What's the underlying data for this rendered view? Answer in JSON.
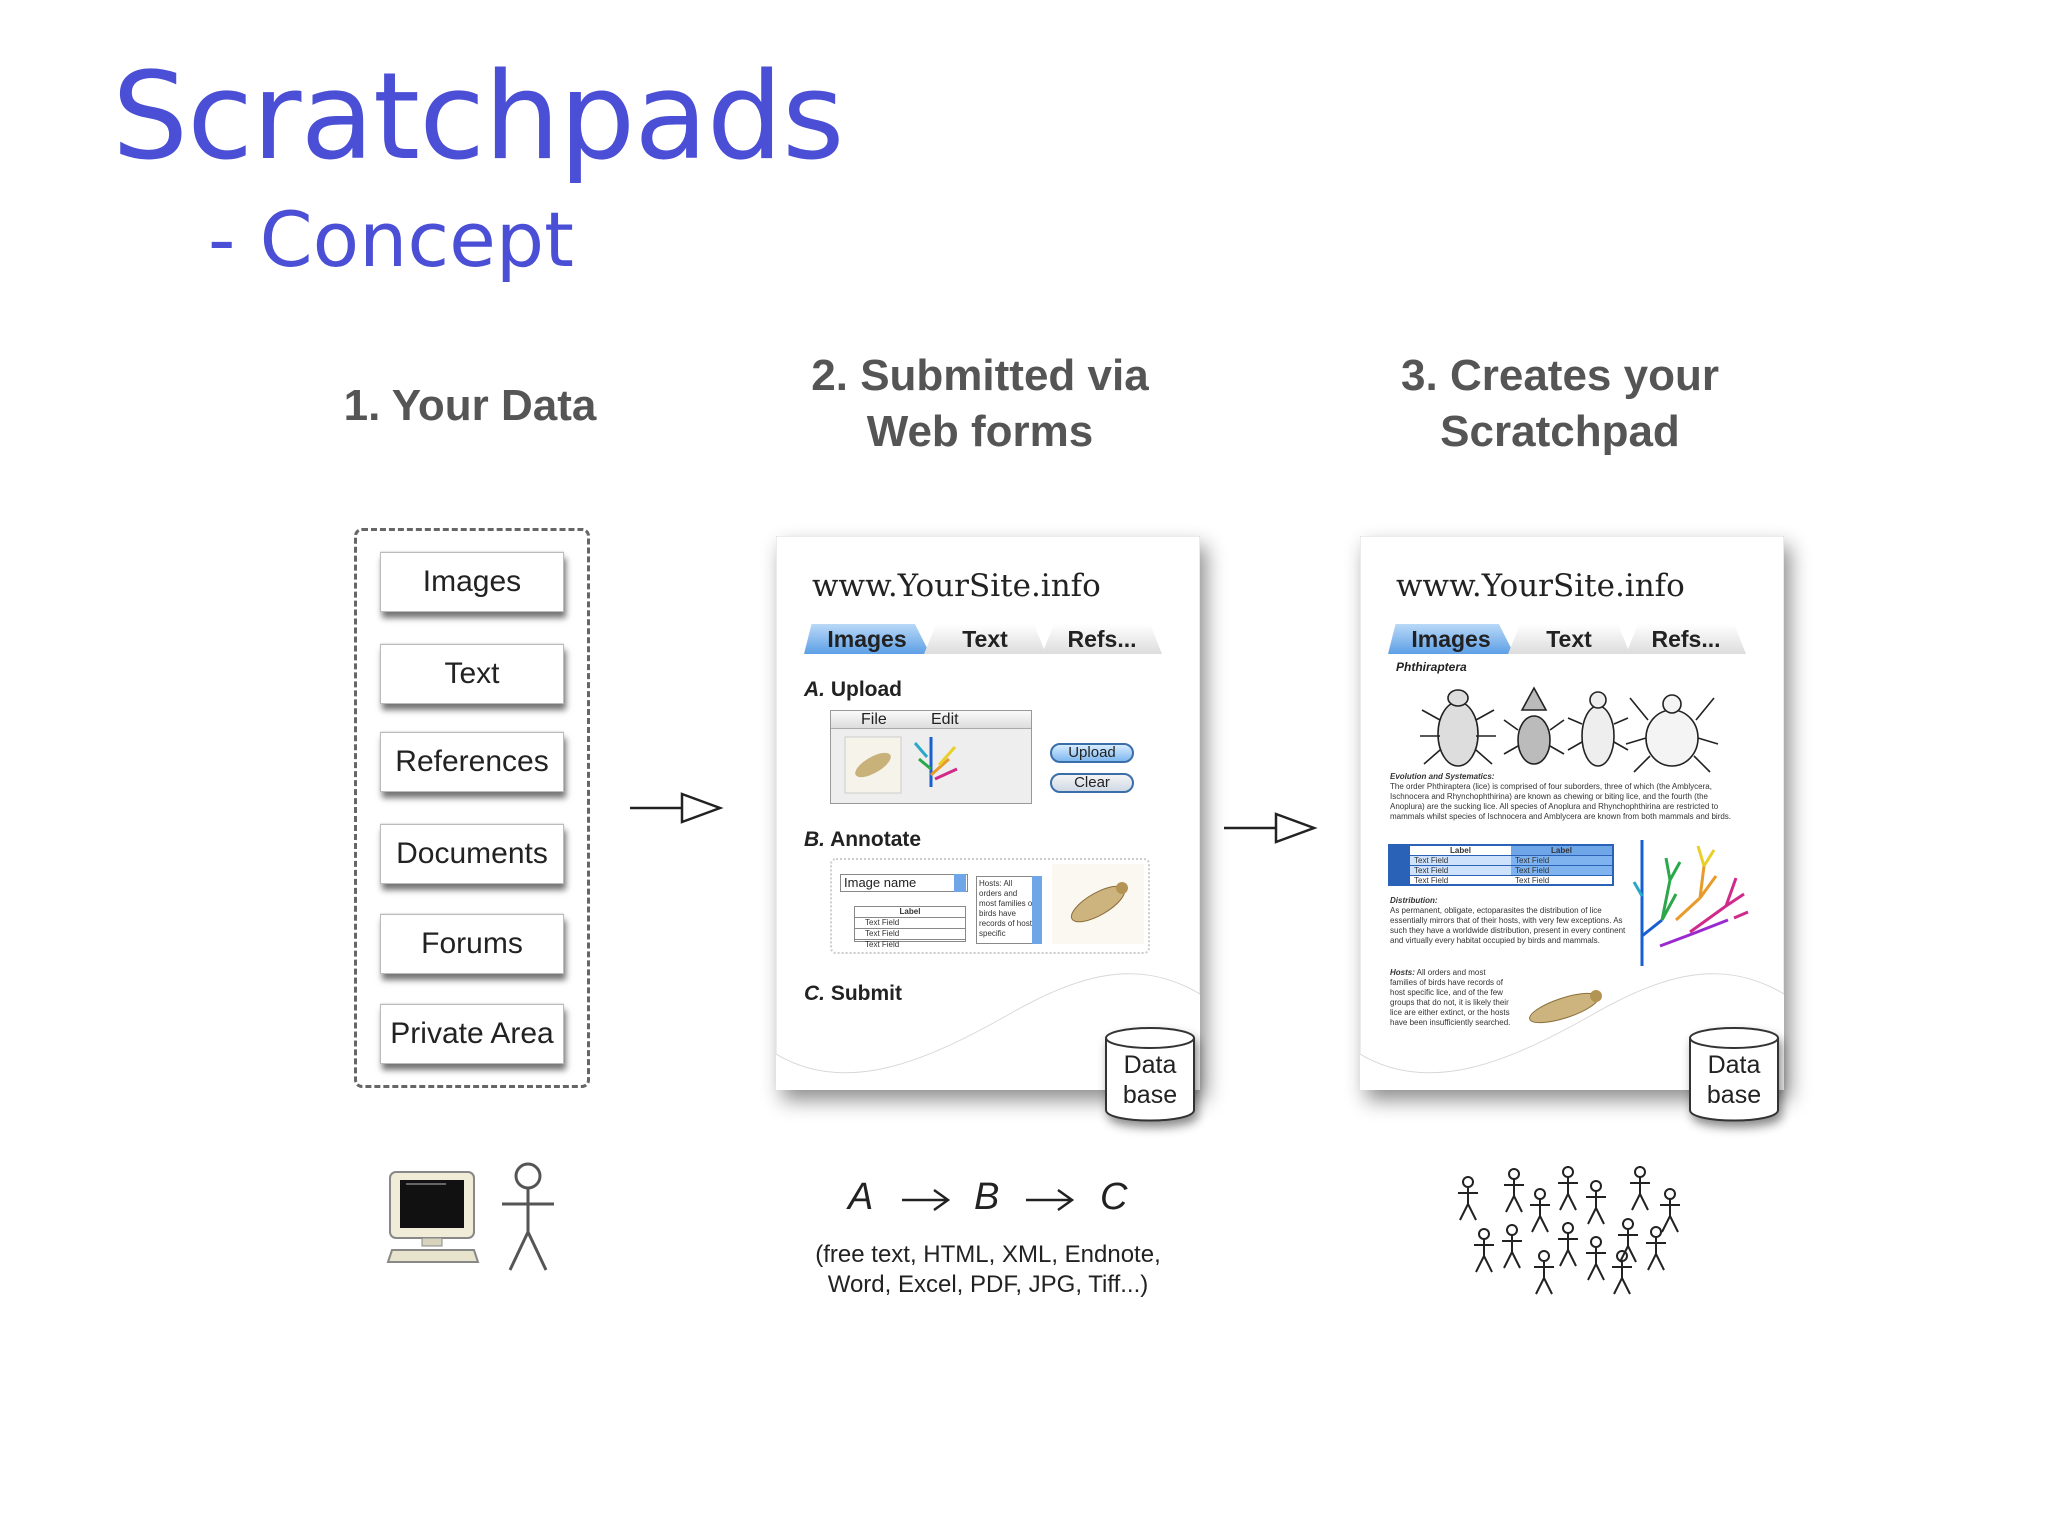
{
  "title": "Scratchpads",
  "subtitle": "- Concept",
  "steps": [
    {
      "heading_line1": "1. Your Data",
      "heading_line2": ""
    },
    {
      "heading_line1": "2. Submitted via",
      "heading_line2": "Web forms"
    },
    {
      "heading_line1": "3. Creates your",
      "heading_line2": "Scratchpad"
    }
  ],
  "data_items": [
    "Images",
    "Text",
    "References",
    "Documents",
    "Forums",
    "Private Area"
  ],
  "site_url": "www.YourSite.info",
  "tabs": [
    "Images",
    "Text",
    "Refs..."
  ],
  "form": {
    "upload_label_letter": "A.",
    "upload_label": "Upload",
    "menu_file": "File",
    "menu_edit": "Edit",
    "upload_button": "Upload",
    "clear_button": "Clear",
    "annotate_label_letter": "B.",
    "annotate_label": "Annotate",
    "image_name_field": "Image name",
    "table_label": "Label",
    "text_field": "Text Field",
    "hosts_note": "Hosts: All orders and most families of birds have records of host specific",
    "submit_label_letter": "C.",
    "submit_label": "Submit"
  },
  "database": {
    "line1": "Data",
    "line2": "base"
  },
  "scratchpad": {
    "taxon": "Phthiraptera",
    "evolution_heading": "Evolution and Systematics:",
    "evolution_text": "The order Phthiraptera (lice) is comprised of four suborders, three of which (the Amblycera, Ischnocera and Rhynchophthirina) are known as chewing or biting lice, and the fourth (the Anoplura) are the sucking lice. All species of Anoplura and Rhynchophthirina are restricted to mammals whilst species of Ischnocera and Amblycera are known from both mammals and birds.",
    "distribution_heading": "Distribution:",
    "distribution_text": "As permanent, obligate, ectoparasites the distribution of lice essentially mirrors that of their hosts, with very few exceptions. As such they have a worldwide distribution, present in every continent and virtually every habitat occupied by birds and mammals.",
    "hosts_heading": "Hosts:",
    "hosts_text": "All orders and most families of birds have records of host specific lice, and of the few groups that do not, it is likely their lice are either extinct, or the hosts have been insufficiently searched.",
    "table_label": "Label",
    "text_field": "Text Field"
  },
  "flow": {
    "a": "A",
    "b": "B",
    "c": "C"
  },
  "formats_line1": "(free text, HTML, XML, Endnote,",
  "formats_line2": "Word, Excel, PDF, JPG, Tiff...)",
  "colors": {
    "title": "#4a4fd6",
    "tab_active": "#5d9fe6",
    "heading": "#555555"
  }
}
